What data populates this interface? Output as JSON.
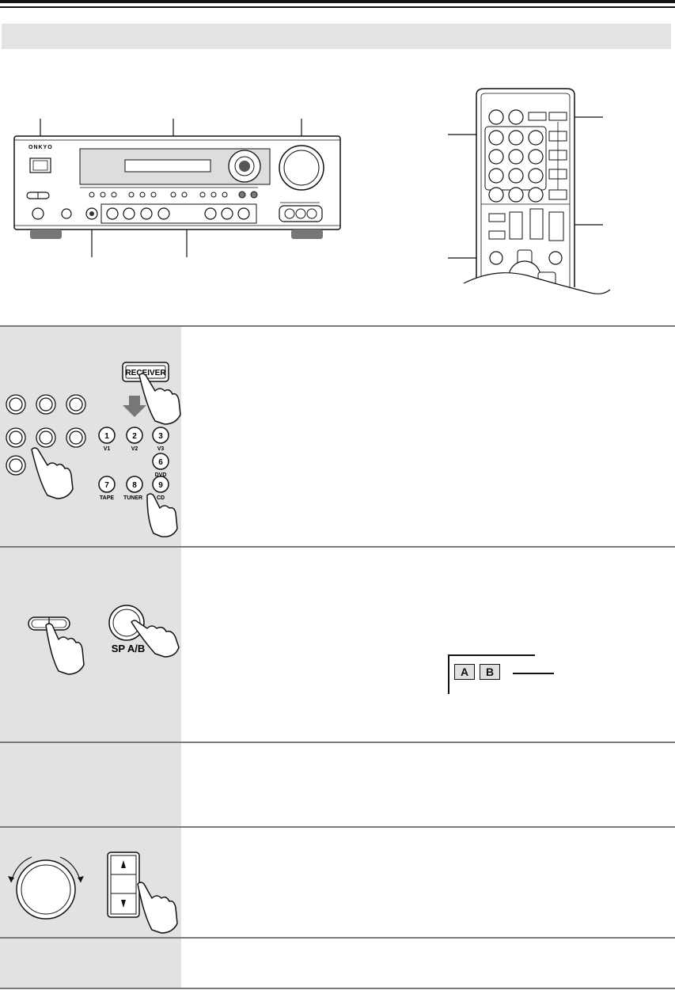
{
  "page": {
    "rules": "double",
    "header_band_color": "#e3e3e3",
    "step_band_color": "#e2e2e2"
  },
  "brand": {
    "logo_text": "ONKYO"
  },
  "remote_buttons": {
    "receiver": "RECEIVER",
    "numbers": [
      {
        "number": "1",
        "label": "V1"
      },
      {
        "number": "2",
        "label": "V2"
      },
      {
        "number": "3",
        "label": "V3"
      },
      {
        "number": "6",
        "label": "DVD"
      },
      {
        "number": "7",
        "label": "TAPE"
      },
      {
        "number": "8",
        "label": "TUNER"
      },
      {
        "number": "9",
        "label": "CD"
      }
    ],
    "sp_ab": "SP A/B"
  },
  "speaker_indicator": {
    "a": "A",
    "b": "B"
  },
  "icons": [
    "hand-pointer-icon",
    "down-arrow-icon",
    "rotate-arrows-icon",
    "up-triangle-icon",
    "down-triangle-icon"
  ]
}
